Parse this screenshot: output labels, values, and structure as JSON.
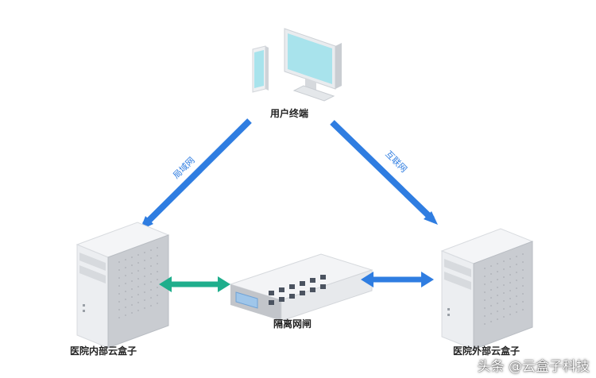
{
  "nodes": {
    "user_terminal": "用户终端",
    "internal_cloudbox": "医院内部云盒子",
    "external_cloudbox": "医院外部云盒子",
    "gateway": "隔离网闸"
  },
  "links": {
    "lan": "局域网",
    "internet": "互联网"
  },
  "watermark": "头条 @云盒子科技",
  "colors": {
    "blue_arrow": "#2f7de1",
    "green_arrow": "#1fae8c",
    "screen": "#a8e3ec",
    "device_light": "#f1f2f4",
    "device_dark": "#c4c7cc"
  }
}
